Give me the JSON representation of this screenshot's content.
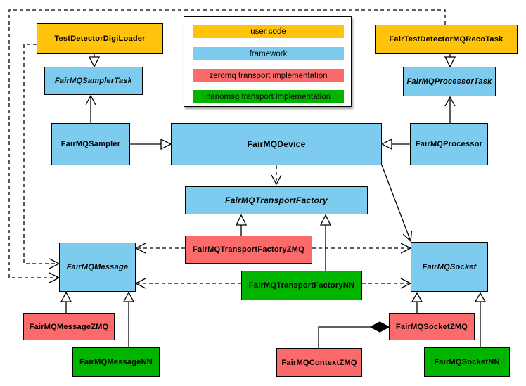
{
  "legend": {
    "items": [
      {
        "label": "user code",
        "color": "#FFC30B"
      },
      {
        "label": "framework",
        "color": "#7DCCEF"
      },
      {
        "label": "zeromq transport implementation",
        "color": "#FB6B6B"
      },
      {
        "label": "nanomsg transport implementation",
        "color": "#00B400"
      }
    ]
  },
  "nodes": {
    "tddl": {
      "label": "TestDetectorDigiLoader",
      "category": "user code",
      "abstract": false
    },
    "ftdmrt": {
      "label": "FairTestDetectorMQRecoTask",
      "category": "user code",
      "abstract": false
    },
    "samplerTask": {
      "label": "FairMQSamplerTask",
      "category": "framework",
      "abstract": true
    },
    "processorTask": {
      "label": "FairMQProcessorTask",
      "category": "framework",
      "abstract": true
    },
    "sampler": {
      "label": "FairMQSampler",
      "category": "framework",
      "abstract": false
    },
    "device": {
      "label": "FairMQDevice",
      "category": "framework",
      "abstract": false
    },
    "processor": {
      "label": "FairMQProcessor",
      "category": "framework",
      "abstract": false
    },
    "factory": {
      "label": "FairMQTransportFactory",
      "category": "framework",
      "abstract": true
    },
    "factoryZmq": {
      "label": "FairMQTransportFactoryZMQ",
      "category": "zeromq transport implementation",
      "abstract": false
    },
    "factoryNn": {
      "label": "FairMQTransportFactoryNN",
      "category": "nanomsg transport implementation",
      "abstract": false
    },
    "message": {
      "label": "FairMQMessage",
      "category": "framework",
      "abstract": true
    },
    "socket": {
      "label": "FairMQSocket",
      "category": "framework",
      "abstract": true
    },
    "messageZmq": {
      "label": "FairMQMessageZMQ",
      "category": "zeromq transport implementation",
      "abstract": false
    },
    "messageNn": {
      "label": "FairMQMessageNN",
      "category": "nanomsg transport implementation",
      "abstract": false
    },
    "socketZmq": {
      "label": "FairMQSocketZMQ",
      "category": "zeromq transport implementation",
      "abstract": false
    },
    "contextZmq": {
      "label": "FairMQContextZMQ",
      "category": "zeromq transport implementation",
      "abstract": false
    },
    "socketNn": {
      "label": "FairMQSocketNN",
      "category": "nanomsg transport implementation",
      "abstract": false
    }
  },
  "edges": [
    {
      "from": "tddl",
      "to": "samplerTask",
      "style": "solid",
      "head": "hollow-triangle"
    },
    {
      "from": "ftdmrt",
      "to": "processorTask",
      "style": "solid",
      "head": "hollow-triangle"
    },
    {
      "from": "sampler",
      "to": "device",
      "style": "solid",
      "head": "hollow-triangle"
    },
    {
      "from": "processor",
      "to": "device",
      "style": "solid",
      "head": "hollow-triangle"
    },
    {
      "from": "sampler",
      "to": "samplerTask",
      "style": "solid",
      "head": "open-arrow"
    },
    {
      "from": "processor",
      "to": "processorTask",
      "style": "solid",
      "head": "open-arrow"
    },
    {
      "from": "device",
      "to": "factory",
      "style": "dashed",
      "head": "open-arrow"
    },
    {
      "from": "device",
      "to": "socket",
      "style": "solid",
      "head": "open-arrow"
    },
    {
      "from": "factoryZmq",
      "to": "factory",
      "style": "solid",
      "head": "hollow-triangle"
    },
    {
      "from": "factoryNn",
      "to": "factory",
      "style": "solid",
      "head": "hollow-triangle"
    },
    {
      "from": "factoryZmq",
      "to": "message",
      "style": "dashed",
      "head": "open-arrow"
    },
    {
      "from": "factoryZmq",
      "to": "socket",
      "style": "dashed",
      "head": "open-arrow"
    },
    {
      "from": "factoryNn",
      "to": "message",
      "style": "dashed",
      "head": "open-arrow"
    },
    {
      "from": "factoryNn",
      "to": "socket",
      "style": "dashed",
      "head": "open-arrow"
    },
    {
      "from": "tddl",
      "to": "message",
      "style": "dashed",
      "head": "open-arrow"
    },
    {
      "from": "ftdmrt",
      "to": "message",
      "style": "dashed",
      "head": "open-arrow"
    },
    {
      "from": "messageZmq",
      "to": "message",
      "style": "solid",
      "head": "hollow-triangle"
    },
    {
      "from": "messageNn",
      "to": "message",
      "style": "solid",
      "head": "hollow-triangle"
    },
    {
      "from": "socketZmq",
      "to": "socket",
      "style": "solid",
      "head": "hollow-triangle"
    },
    {
      "from": "socketNn",
      "to": "socket",
      "style": "solid",
      "head": "hollow-triangle"
    },
    {
      "from": "contextZmq",
      "to": "socketZmq",
      "style": "solid",
      "head": "filled-diamond"
    }
  ]
}
